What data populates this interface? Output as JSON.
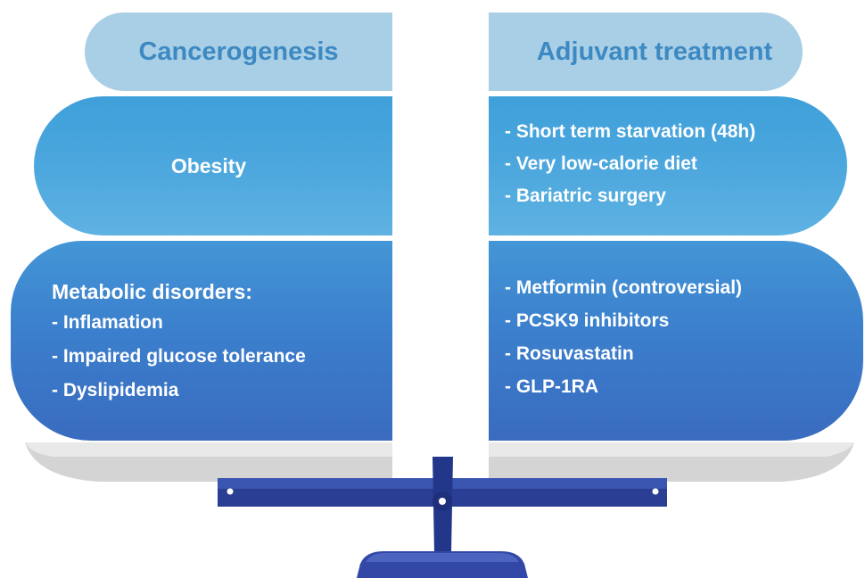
{
  "left_pan": {
    "header": "Cancerogenesis",
    "middle": "Obesity",
    "lower_title": "Metabolic disorders:",
    "lower_items": [
      "- Inflamation",
      "- Impaired glucose tolerance",
      "- Dyslipidemia"
    ]
  },
  "right_pan": {
    "header": "Adjuvant treatment",
    "middle_items": [
      "- Short term starvation (48h)",
      "- Very low-calorie diet",
      "- Bariatric surgery"
    ],
    "lower_items": [
      "- Metformin (controversial)",
      "- PCSK9 inhibitors",
      "- Rosuvastatin",
      "- GLP-1RA"
    ]
  },
  "colors": {
    "header_fill": "#a9cfe6",
    "header_text": "#3d89c2",
    "middle_fill": "#4aa6dd",
    "lower_fill": "#3b7fcd",
    "scale_navy": "#23378a"
  }
}
